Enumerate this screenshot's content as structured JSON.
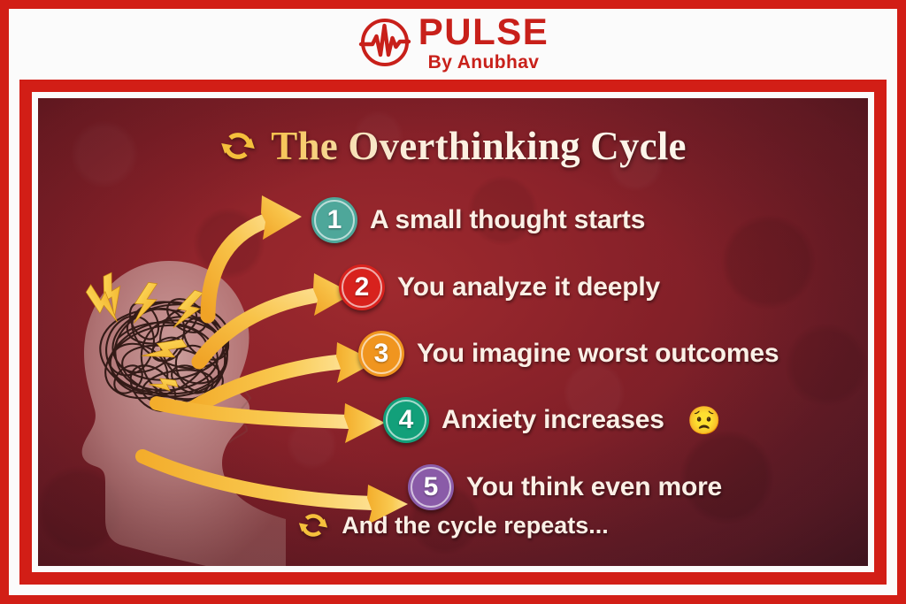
{
  "brand": {
    "name": "PULSE",
    "tagline": "By Anubhav",
    "logo_icon": "pulse-ecg-circle-icon",
    "color": "#c8201a"
  },
  "frame": {
    "outer_color": "#d21e16",
    "mat_color": "#fbfbfb",
    "inner_band_color": "#d21e16"
  },
  "poster": {
    "background_color": "#8d2029",
    "title": {
      "icon": "cycle-refresh-icon",
      "text": "The Overthinking Cycle",
      "gradient_from": "#f5c04a",
      "gradient_to": "#fdf5ea"
    },
    "illustration": {
      "name": "head-with-tangled-thoughts",
      "head_fill": "#c49a9a",
      "scribble_color": "#2a1410",
      "bolt_color": "#f5c430",
      "bolt_count": 5
    },
    "arrow_color": "#f6b93b",
    "arrow_color_light": "#fcd97a",
    "steps": [
      {
        "number": "1",
        "label": "A small thought starts",
        "badge_color": "#4ea79a",
        "emoji": ""
      },
      {
        "number": "2",
        "label": "You analyze it deeply",
        "badge_color": "#d8221d",
        "emoji": ""
      },
      {
        "number": "3",
        "label": "You imagine worst outcomes",
        "badge_color": "#f0951f",
        "emoji": ""
      },
      {
        "number": "4",
        "label": "Anxiety increases",
        "badge_color": "#12a07a",
        "emoji": "😟"
      },
      {
        "number": "5",
        "label": "You think even more",
        "badge_color": "#8a5ba8",
        "emoji": ""
      }
    ],
    "footer": {
      "icon": "cycle-refresh-icon",
      "text": "And the cycle repeats..."
    }
  }
}
